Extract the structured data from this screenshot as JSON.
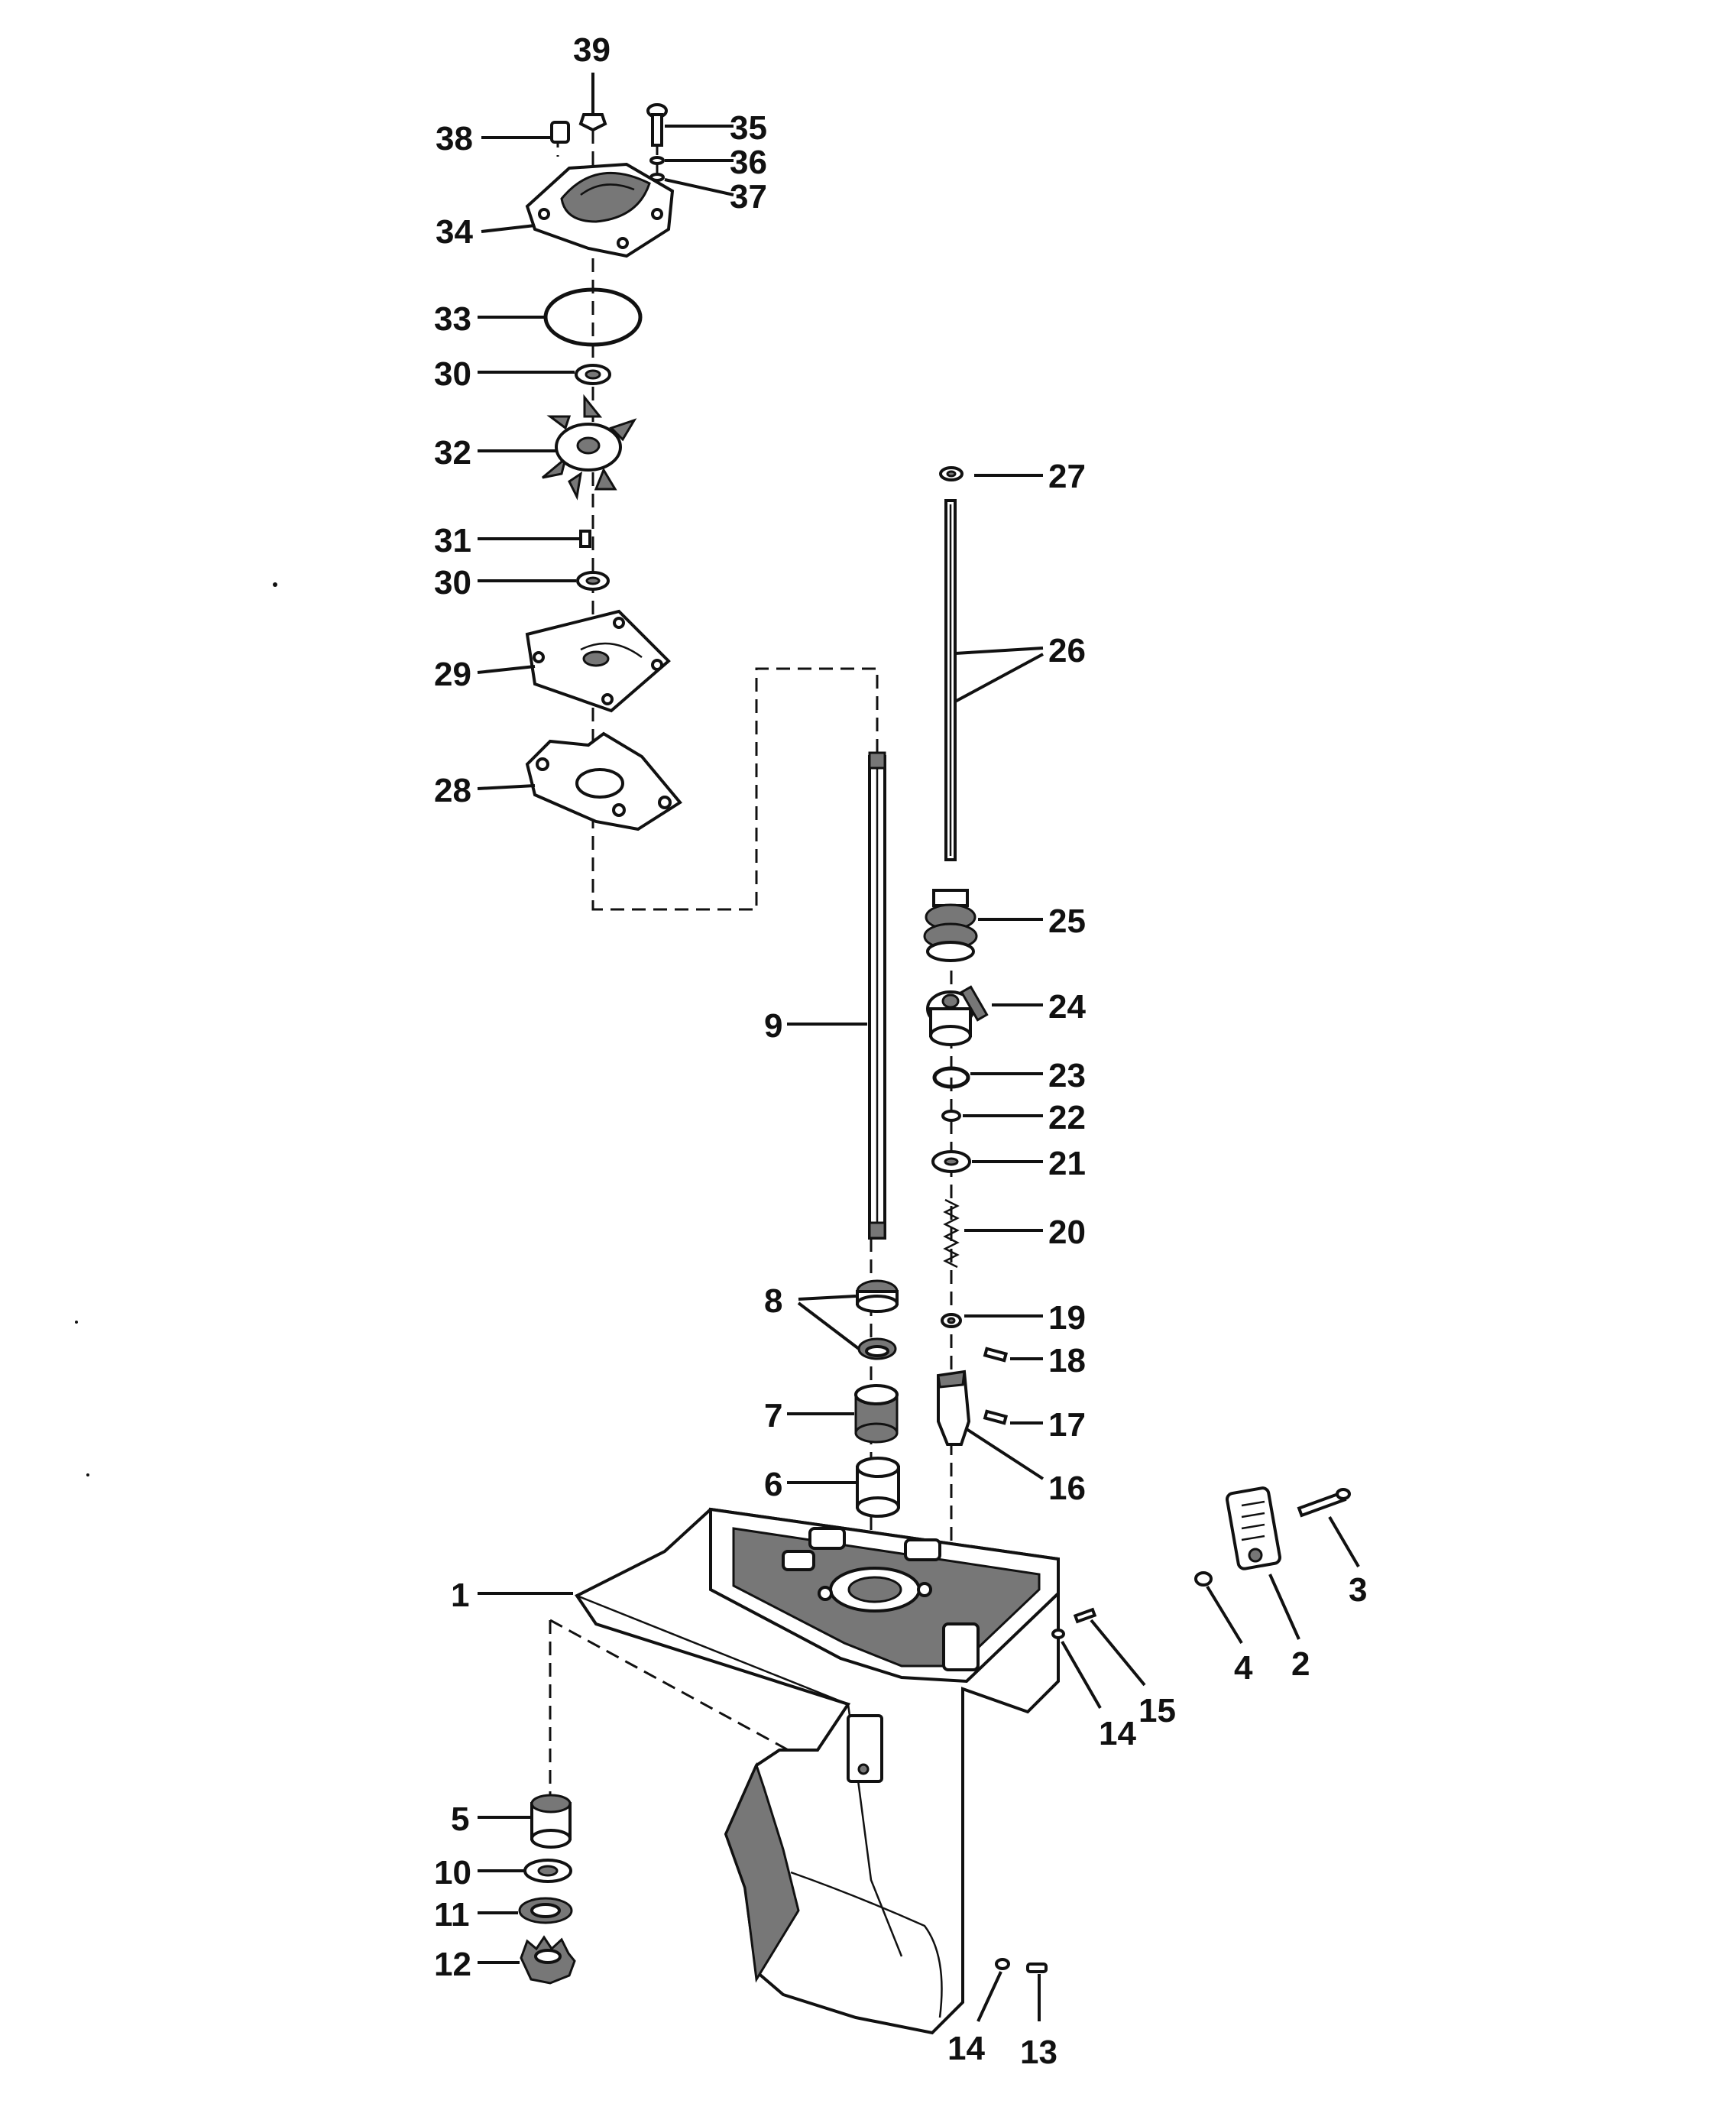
{
  "callouts": {
    "c1": "1",
    "c2": "2",
    "c3": "3",
    "c4": "4",
    "c5": "5",
    "c6": "6",
    "c7": "7",
    "c8": "8",
    "c9": "9",
    "c10": "10",
    "c11": "11",
    "c12": "12",
    "c13": "13",
    "c14a": "14",
    "c14b": "14",
    "c15": "15",
    "c16": "16",
    "c17": "17",
    "c18": "18",
    "c19": "19",
    "c20": "20",
    "c21": "21",
    "c22": "22",
    "c23": "23",
    "c24": "24",
    "c25": "25",
    "c26": "26",
    "c27": "27",
    "c28": "28",
    "c29": "29",
    "c30a": "30",
    "c30b": "30",
    "c31": "31",
    "c32": "32",
    "c33": "33",
    "c34": "34",
    "c35": "35",
    "c36": "36",
    "c37": "37",
    "c38": "38",
    "c39": "39"
  }
}
